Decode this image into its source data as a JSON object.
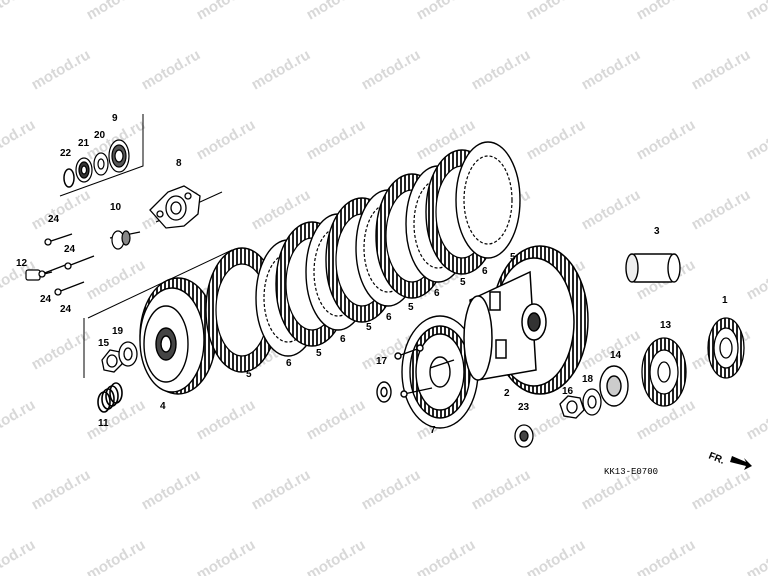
{
  "watermark": "motod.ru",
  "diagram_code": "KK13-E0700",
  "direction_label": "FR.",
  "colors": {
    "ink": "#000000",
    "watermark": "#d8d8d8",
    "background": "#ffffff"
  },
  "parts": {
    "p1": "1",
    "p2": "2",
    "p3": "3",
    "p4": "4",
    "p5a": "5",
    "p5b": "5",
    "p5c": "5",
    "p5d": "5",
    "p5e": "5",
    "p5f": "5",
    "p6a": "6",
    "p6b": "6",
    "p6c": "6",
    "p6d": "6",
    "p6e": "6",
    "p7": "7",
    "p8": "8",
    "p9": "9",
    "p10": "10",
    "p11": "11",
    "p12": "12",
    "p13": "13",
    "p14": "14",
    "p15": "15",
    "p16": "16",
    "p17": "17",
    "p18": "18",
    "p19": "19",
    "p20": "20",
    "p21": "21",
    "p22": "22",
    "p23": "23",
    "p24a": "24",
    "p24b": "24",
    "p24c": "24",
    "p24d": "24"
  }
}
